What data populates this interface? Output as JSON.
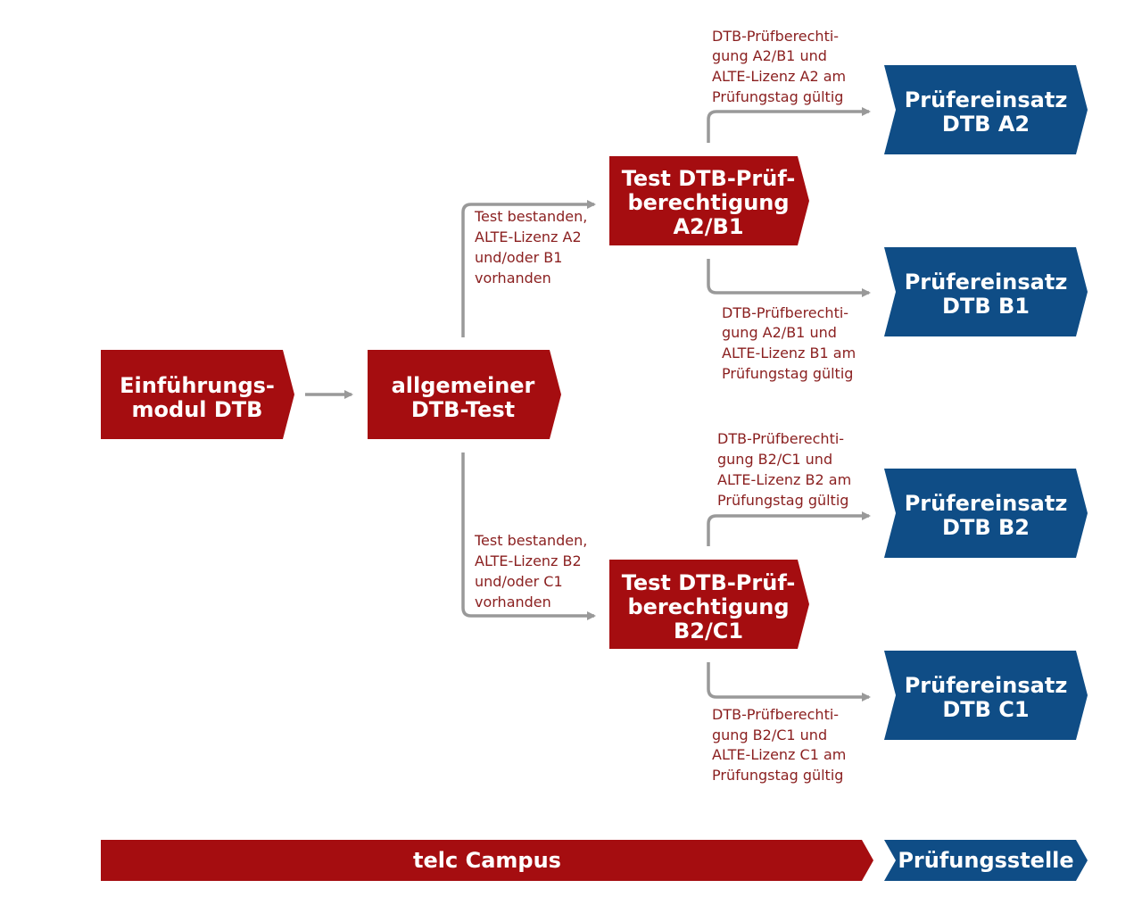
{
  "colors": {
    "red": "#a50d10",
    "blue": "#0f4d86",
    "arrow": "#999999",
    "condition_text": "#8a1f1f"
  },
  "nodes": {
    "intro": {
      "lines": [
        "Einführungs-",
        "modul DTB"
      ]
    },
    "general_test": {
      "lines": [
        "allgemeiner",
        "DTB-Test"
      ]
    },
    "test_a2b1": {
      "lines": [
        "Test DTB-Prüf-",
        "berechtigung",
        "A2/B1"
      ]
    },
    "test_b2c1": {
      "lines": [
        "Test DTB-Prüf-",
        "berechtigung",
        "B2/C1"
      ]
    },
    "use_a2": {
      "lines": [
        "Prüfereinsatz",
        "DTB A2"
      ]
    },
    "use_b1": {
      "lines": [
        "Prüfereinsatz",
        "DTB B1"
      ]
    },
    "use_b2": {
      "lines": [
        "Prüfereinsatz",
        "DTB B2"
      ]
    },
    "use_c1": {
      "lines": [
        "Prüfereinsatz",
        "DTB C1"
      ]
    }
  },
  "conditions": {
    "to_a2b1": {
      "lines": [
        "Test bestanden,",
        "ALTE-Lizenz A2",
        "und/oder B1",
        "vorhanden"
      ]
    },
    "to_b2c1": {
      "lines": [
        "Test bestanden,",
        "ALTE-Lizenz B2",
        "und/oder C1",
        "vorhanden"
      ]
    },
    "to_a2": {
      "lines": [
        "DTB-Prüfberechti-",
        "gung A2/B1 und",
        "ALTE-Lizenz A2 am",
        "Prüfungstag gültig"
      ]
    },
    "to_b1": {
      "lines": [
        "DTB-Prüfberechti-",
        "gung A2/B1 und",
        "ALTE-Lizenz B1 am",
        "Prüfungstag gültig"
      ]
    },
    "to_b2": {
      "lines": [
        "DTB-Prüfberechti-",
        "gung B2/C1 und",
        "ALTE-Lizenz B2 am",
        "Prüfungstag gültig"
      ]
    },
    "to_c1": {
      "lines": [
        "DTB-Prüfberechti-",
        "gung B2/C1 und",
        "ALTE-Lizenz C1 am",
        "Prüfungstag gültig"
      ]
    }
  },
  "bottom_bar": {
    "campus_label": "telc Campus",
    "examination_center_label": "Prüfungsstelle"
  }
}
